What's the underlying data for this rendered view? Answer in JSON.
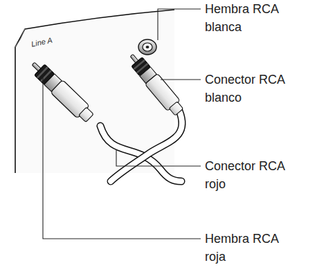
{
  "diagram": {
    "labels": [
      "Line A",
      "Hembra RCA blanca",
      "Conector RCA blanco",
      "Conector RCA rojo",
      "Hembra RCA roja"
    ]
  }
}
